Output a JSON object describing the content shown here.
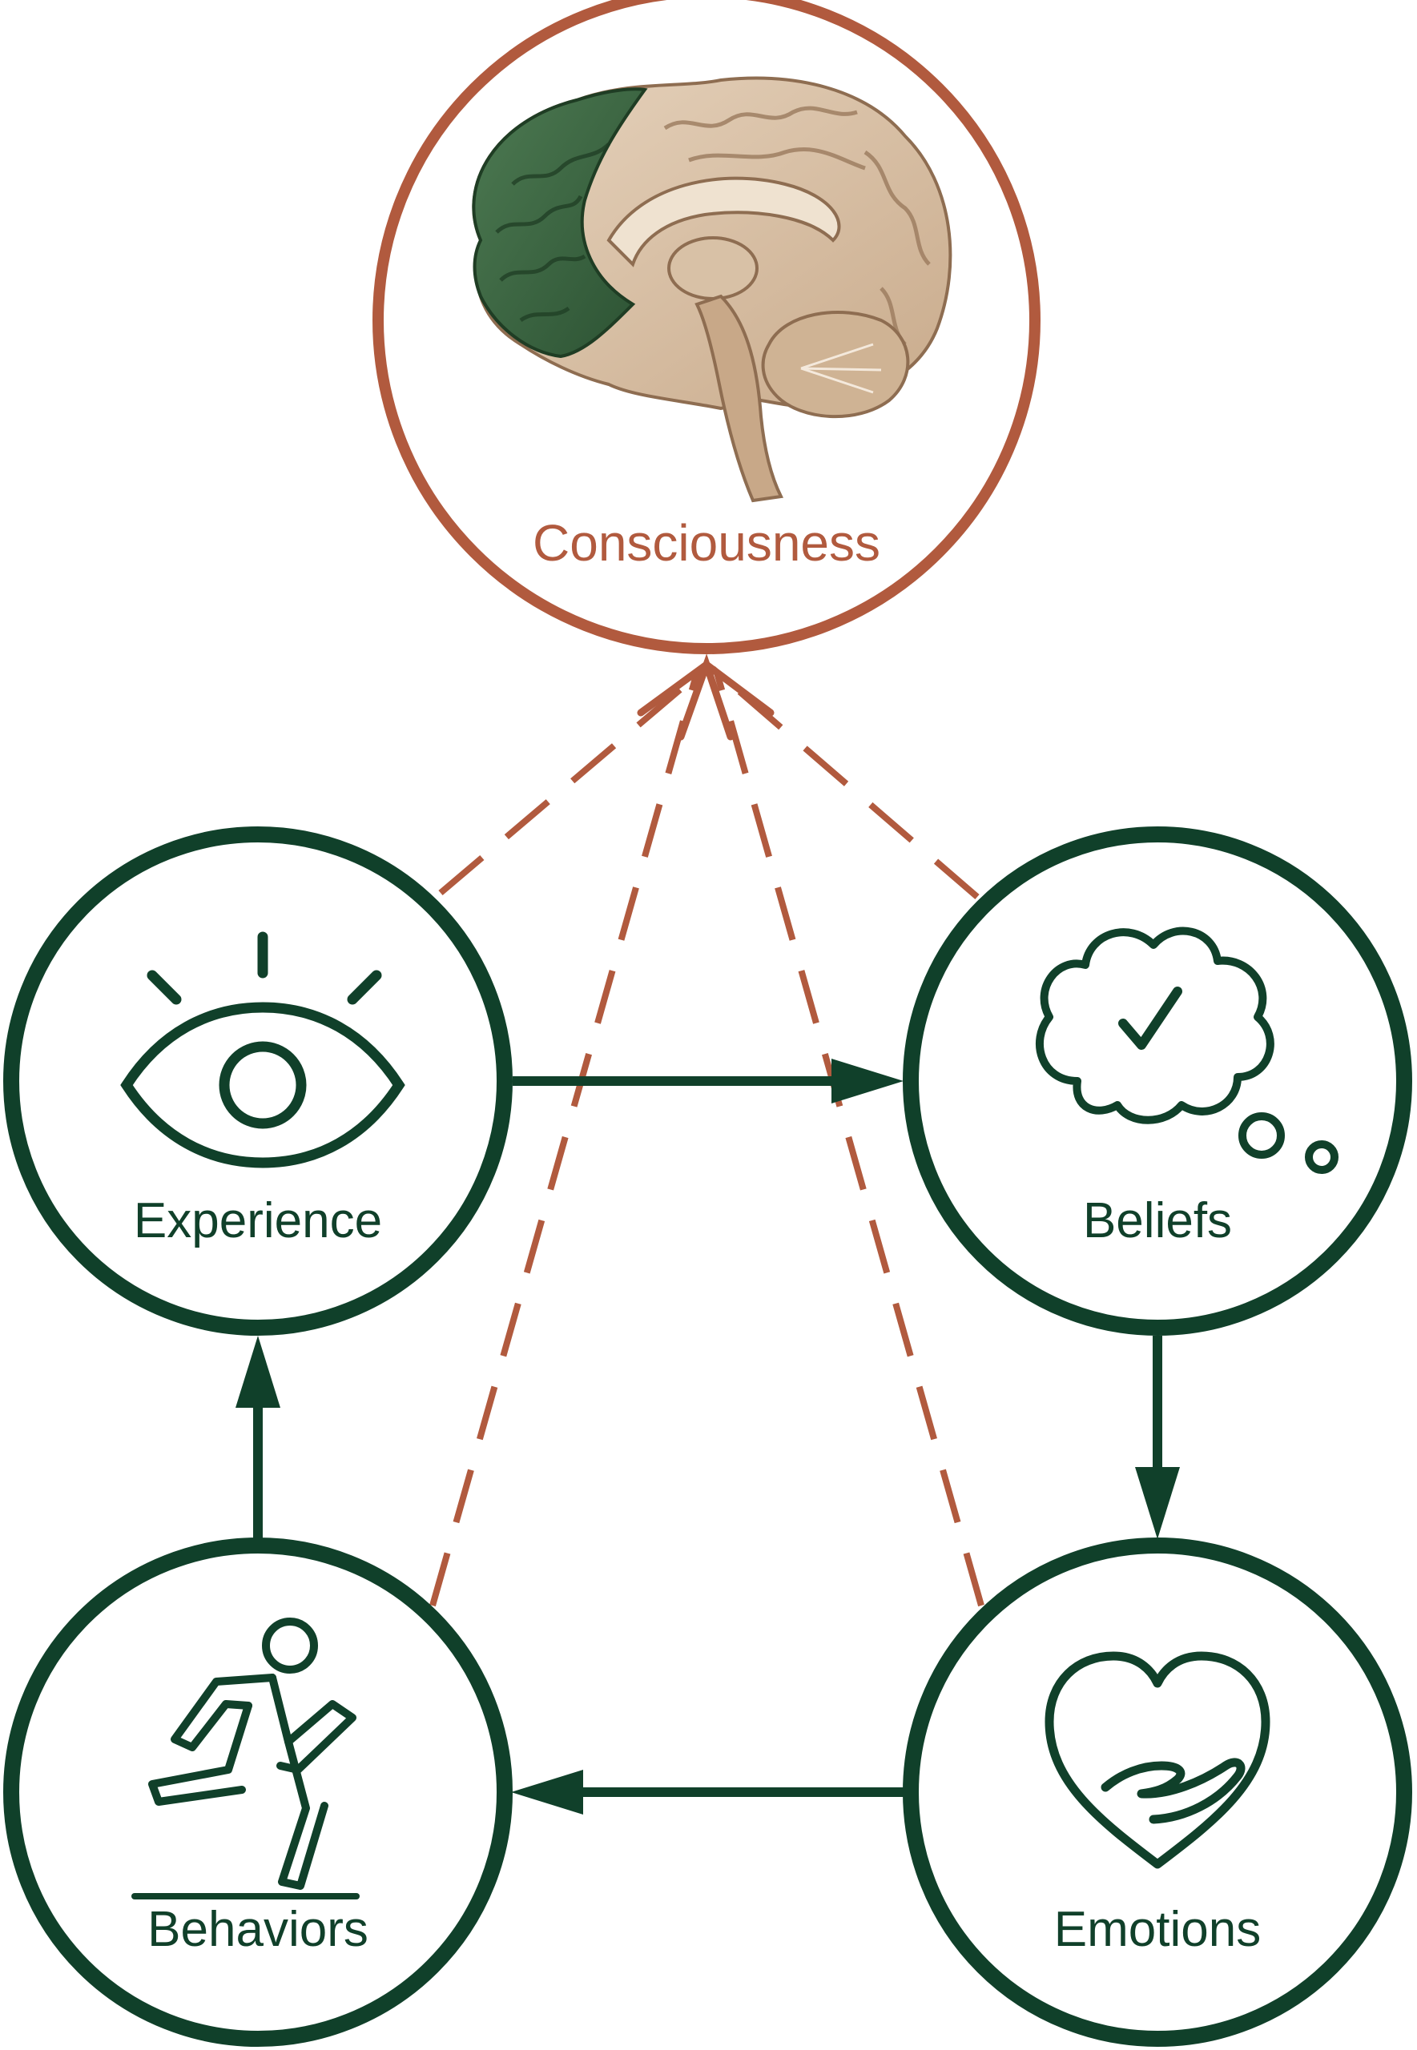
{
  "colors": {
    "primary": "#10402a",
    "accent": "#b15a3e",
    "background": "#ffffff"
  },
  "nodes": {
    "consciousness": {
      "label": "Consciousness",
      "icon": "brain-icon"
    },
    "experience": {
      "label": "Experience",
      "icon": "eye-icon"
    },
    "beliefs": {
      "label": "Beliefs",
      "icon": "thought-cloud-check-icon"
    },
    "emotions": {
      "label": "Emotions",
      "icon": "heart-hand-icon"
    },
    "behaviors": {
      "label": "Behaviors",
      "icon": "running-person-icon"
    }
  },
  "edges": [
    {
      "from": "Experience",
      "to": "Beliefs",
      "style": "solid"
    },
    {
      "from": "Beliefs",
      "to": "Emotions",
      "style": "solid"
    },
    {
      "from": "Emotions",
      "to": "Behaviors",
      "style": "solid"
    },
    {
      "from": "Behaviors",
      "to": "Experience",
      "style": "solid"
    },
    {
      "from": "Experience",
      "to": "Consciousness",
      "style": "dashed"
    },
    {
      "from": "Beliefs",
      "to": "Consciousness",
      "style": "dashed"
    },
    {
      "from": "Emotions",
      "to": "Consciousness",
      "style": "dashed"
    },
    {
      "from": "Behaviors",
      "to": "Consciousness",
      "style": "dashed"
    }
  ]
}
